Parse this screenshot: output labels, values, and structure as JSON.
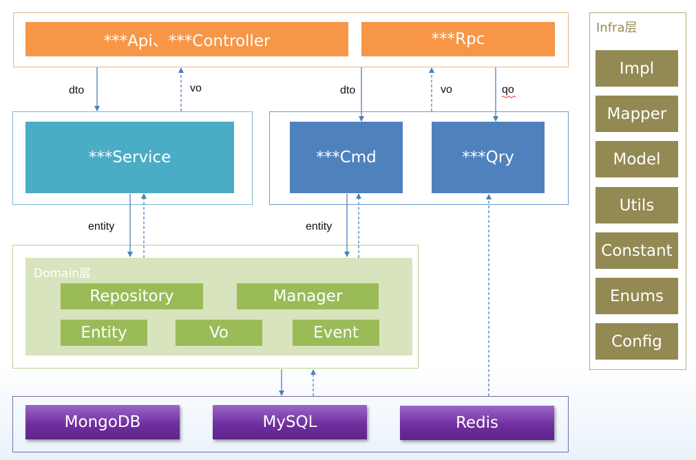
{
  "colors": {
    "orange": "#f79646",
    "teal": "#4bacc6",
    "blue": "#4f81bd",
    "green": "#9bbb59",
    "domain_bg": "#d7e4bd",
    "olive": "#938953",
    "purple": "#7030a0",
    "arrow": "#4a7ebb"
  },
  "top_layer": {
    "api_controller": "***Api、***Controller",
    "rpc": "***Rpc"
  },
  "app_layer": {
    "service": "***Service",
    "cmd": "***Cmd",
    "qry": "***Qry"
  },
  "arrow_labels": {
    "dto_left": "dto",
    "vo_left": "vo",
    "dto_right": "dto",
    "vo_right": "vo",
    "qo": "qo",
    "entity_left": "entity",
    "entity_right": "entity"
  },
  "domain_layer": {
    "title": "Domain层",
    "repository": "Repository",
    "manager": "Manager",
    "entity": "Entity",
    "vo": "Vo",
    "event": "Event"
  },
  "storage_layer": {
    "mongodb": "MongoDB",
    "mysql": "MySQL",
    "redis": "Redis"
  },
  "infra_layer": {
    "title": "Infra层",
    "items": [
      "Impl",
      "Mapper",
      "Model",
      "Utils",
      "Constant",
      "Enums",
      "Config"
    ]
  }
}
